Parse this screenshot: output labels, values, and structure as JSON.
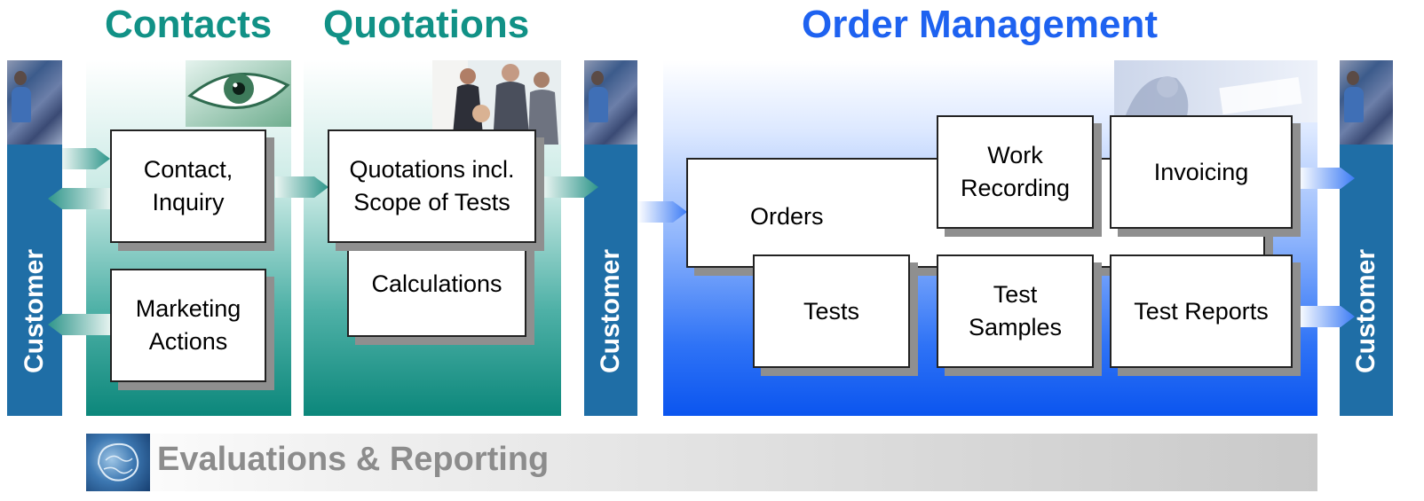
{
  "headings": {
    "contacts": "Contacts",
    "quotations": "Quotations",
    "order_management": "Order Management"
  },
  "customer_label": "Customer",
  "boxes": {
    "contact_inquiry": [
      "Contact,",
      "Inquiry"
    ],
    "marketing_actions": [
      "Marketing",
      "Actions"
    ],
    "quotations_scope": [
      "Quotations incl.",
      "Scope of Tests"
    ],
    "calculations": "Calculations",
    "orders": "Orders",
    "work_recording": [
      "Work",
      "Recording"
    ],
    "invoicing": "Invoicing",
    "tests": "Tests",
    "test_samples": [
      "Test",
      "Samples"
    ],
    "test_reports": "Test Reports"
  },
  "footer": {
    "title": "Evaluations & Reporting"
  },
  "colors": {
    "teal_heading": "#119186",
    "blue_heading": "#1e62f0",
    "customer_bar": "#1f6ea6"
  }
}
